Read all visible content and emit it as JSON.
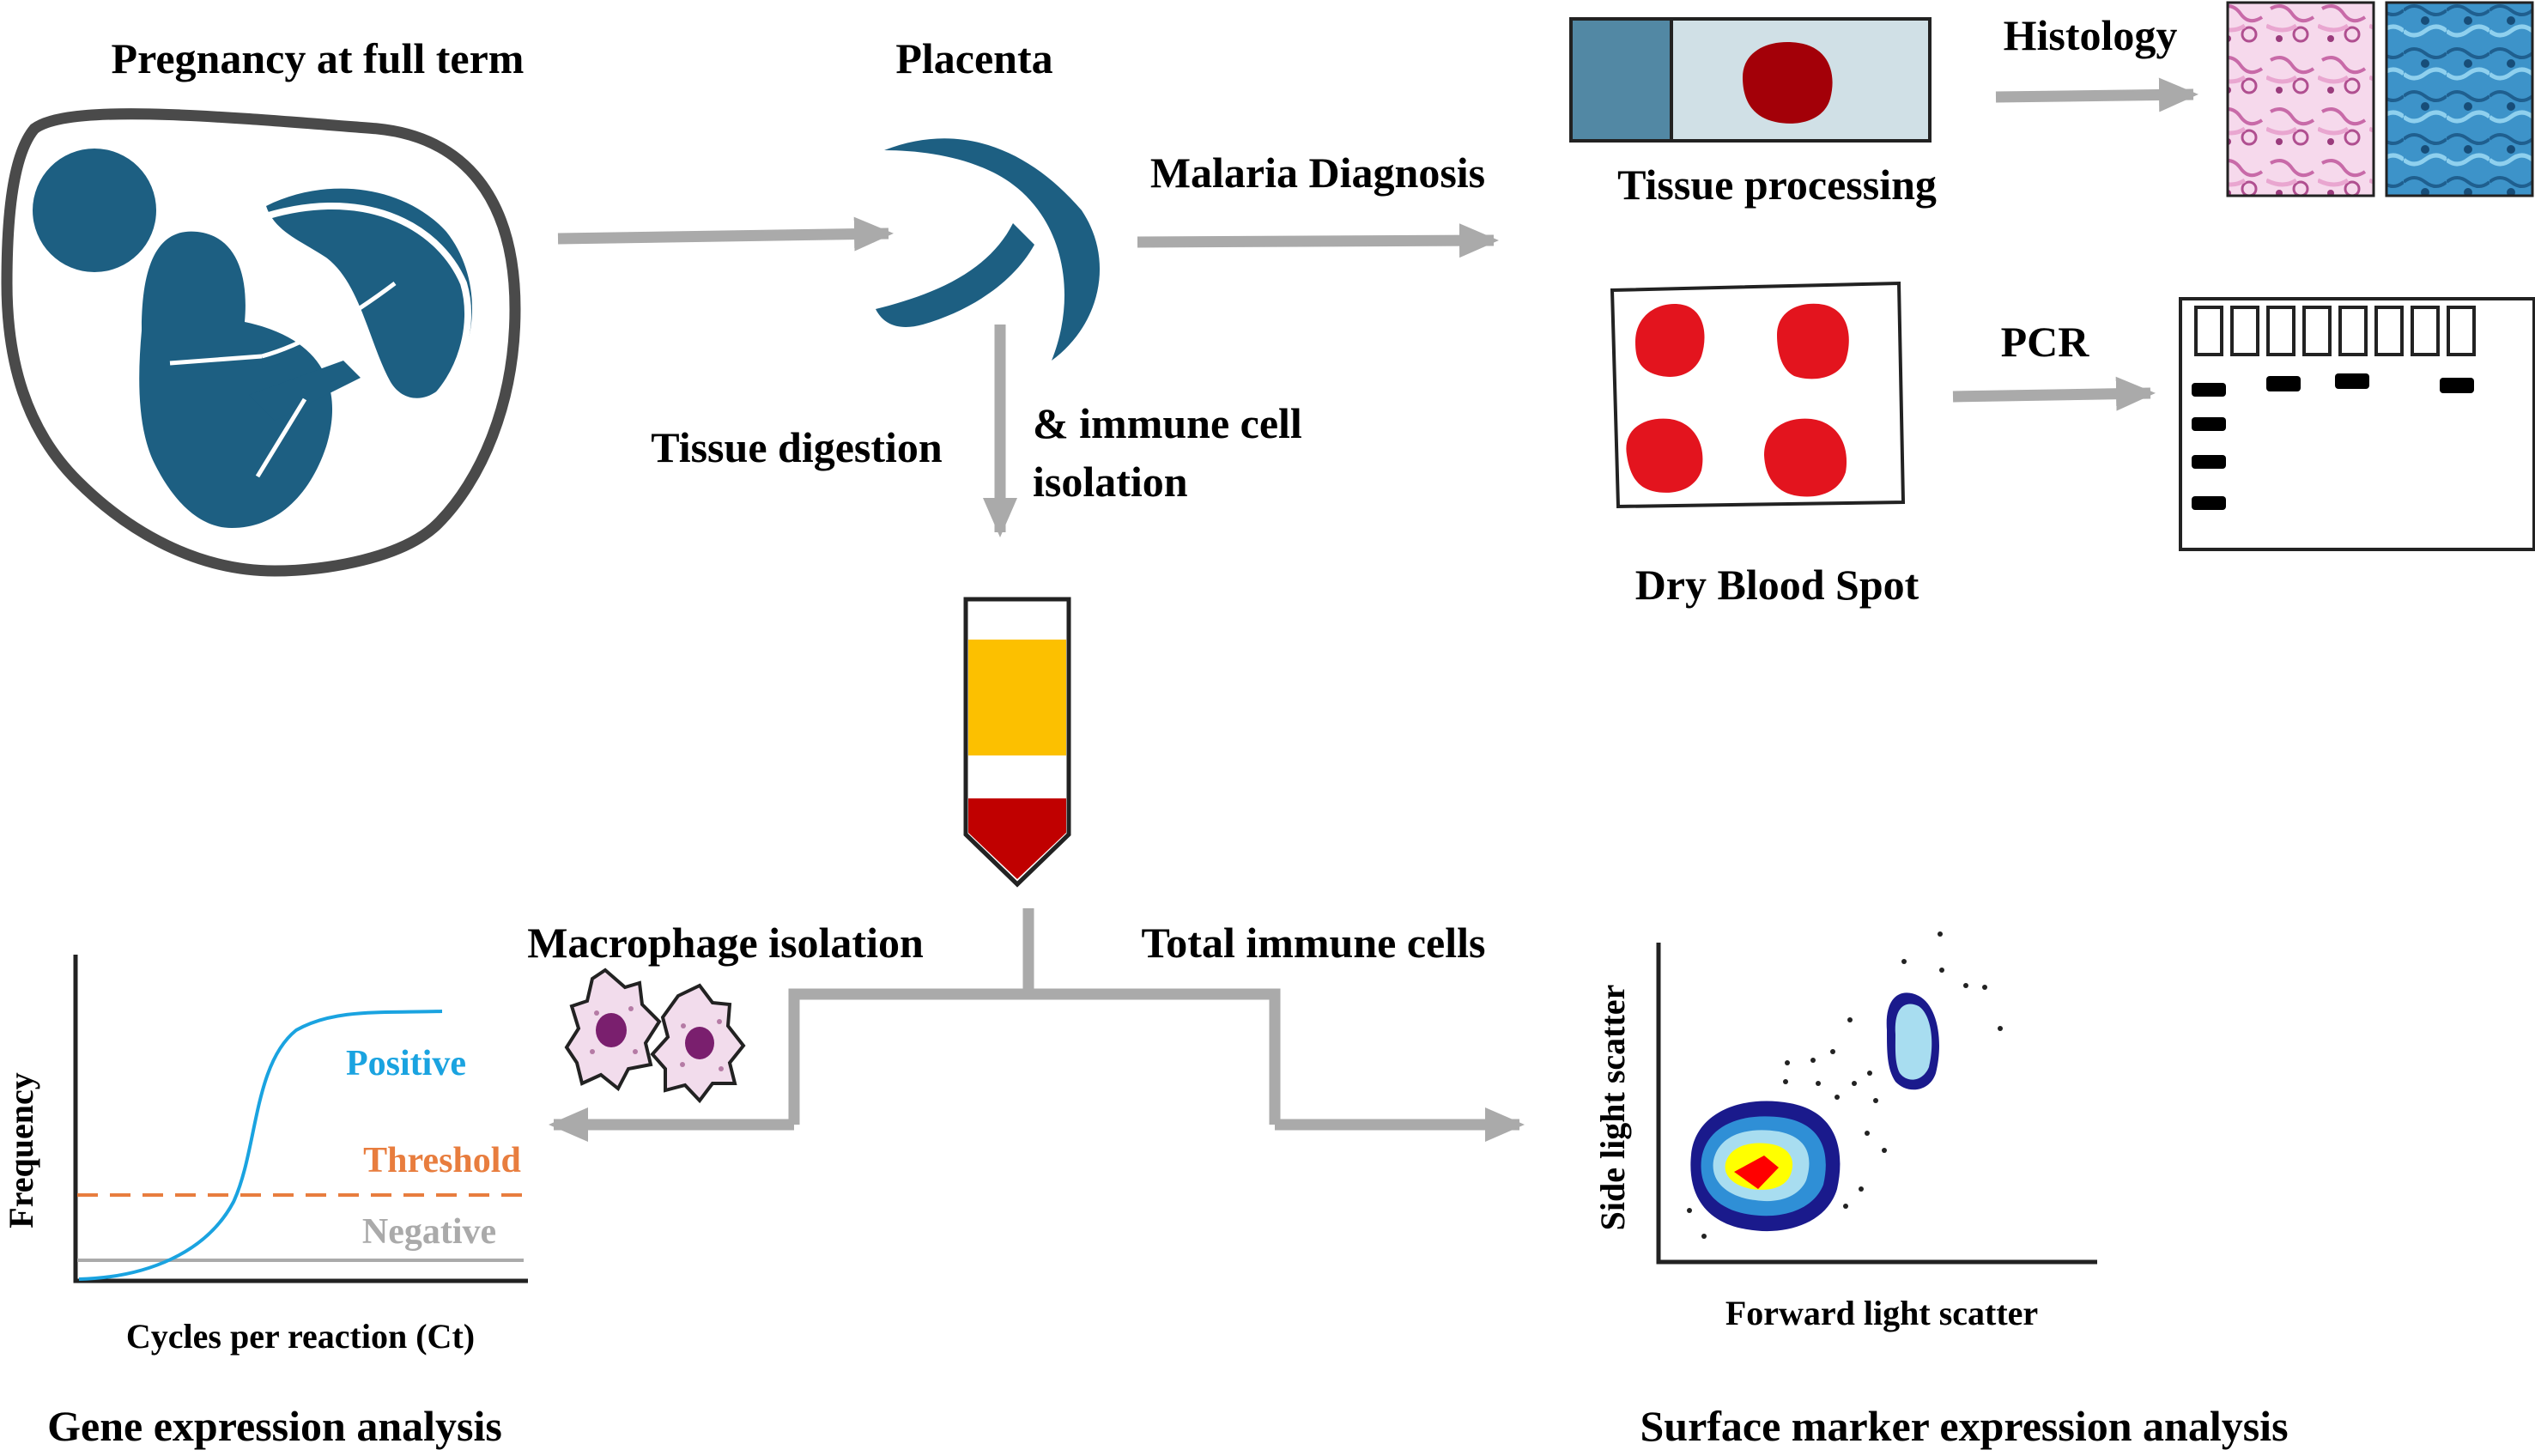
{
  "labels": {
    "pregnancy": "Pregnancy at full term",
    "placenta": "Placenta",
    "malaria_diagnosis": "Malaria Diagnosis",
    "tissue_processing": "Tissue processing",
    "histology": "Histology",
    "pcr": "PCR",
    "dry_blood_spot": "Dry Blood Spot",
    "tissue_digestion": "Tissue digestion",
    "immune_isolation_line1": "& immune cell",
    "immune_isolation_line2": "isolation",
    "macrophage_isolation": "Macrophage isolation",
    "total_immune_cells": "Total immune cells",
    "gene_expression": "Gene expression analysis",
    "surface_marker": "Surface marker expression analysis"
  },
  "qpcr_plot": {
    "ylabel": "Frequency",
    "xlabel": "Cycles per reaction (Ct)",
    "positive": "Positive",
    "threshold": "Threshold",
    "negative": "Negative"
  },
  "flow_plot": {
    "ylabel": "Side light scatter",
    "xlabel": "Forward light scatter"
  },
  "colors": {
    "icon_blue": "#1d5f82",
    "arrow_gray": "#aaaaaa",
    "blood_red": "#e3141e",
    "tube_yellow": "#fcc000",
    "tube_red": "#c00000",
    "positive_blue": "#1aa3e0",
    "threshold_orange": "#e87d3e",
    "negative_gray": "#aaaaaa"
  }
}
